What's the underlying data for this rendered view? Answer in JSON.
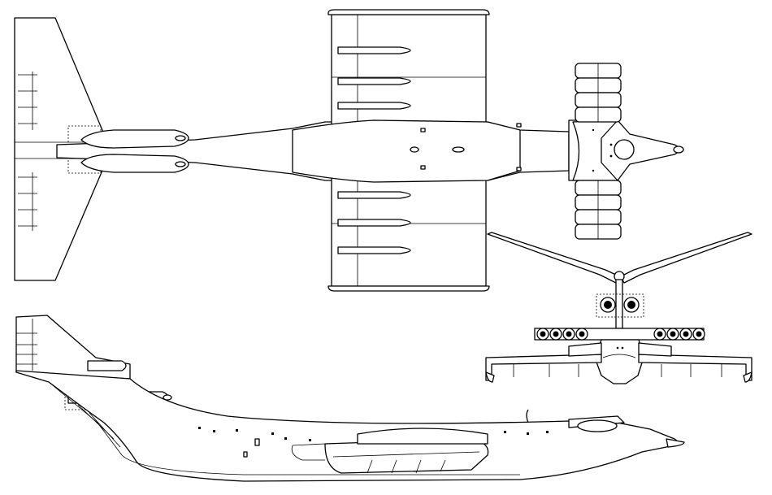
{
  "drawing": {
    "views": [
      "top",
      "front",
      "side"
    ]
  },
  "palette": {
    "ink": "#000000",
    "paper": "#ffffff"
  }
}
